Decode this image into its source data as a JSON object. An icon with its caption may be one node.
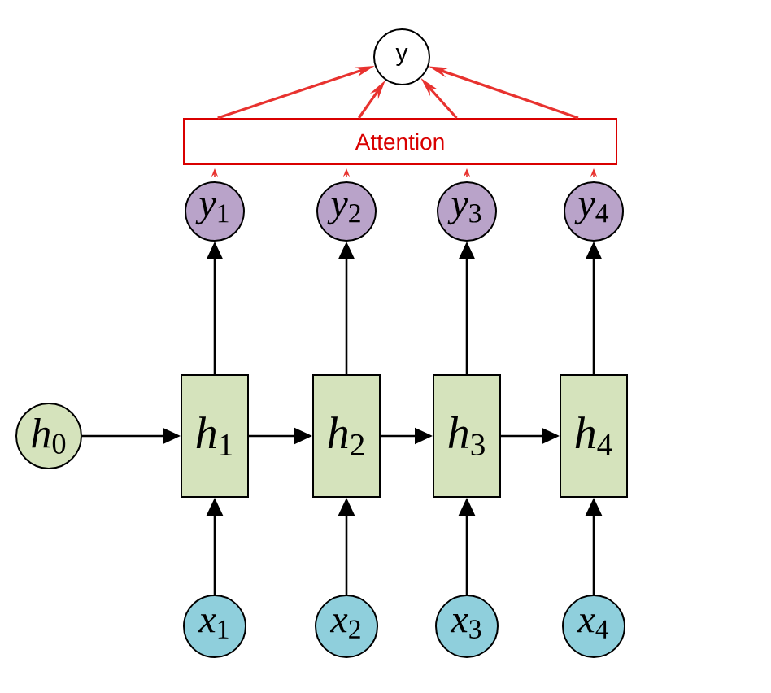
{
  "diagram": {
    "nodes": [
      {
        "text": [
          "y"
        ]
      },
      {
        "text": [
          "Attention"
        ]
      },
      {
        "text": [
          "*y*$_{1}$"
        ]
      },
      {
        "text": [
          "*y*$_{2}$"
        ]
      },
      {
        "text": [
          "*y*$_{3}$"
        ]
      },
      {
        "text": [
          "*y*$_{4}$"
        ]
      },
      {
        "text": [
          "*h*$_{0}$"
        ]
      },
      {
        "text": [
          "*h*$_{1}$"
        ]
      },
      {
        "text": [
          "*h*$_{2}$"
        ]
      },
      {
        "text": [
          "*h*$_{3}$"
        ]
      },
      {
        "text": [
          "*h*$_{4}$"
        ]
      },
      {
        "text": [
          "*x*$_{1}$"
        ]
      },
      {
        "text": [
          "*x*$_{2}$"
        ]
      },
      {
        "text": [
          "*x*$_{3}$"
        ]
      },
      {
        "text": [
          "*x*$_{4}$"
        ]
      }
    ],
    "edges": [
      {
        "from": 6,
        "to": 7,
        "arrow": "to"
      },
      {
        "from": 7,
        "to": 8,
        "arrow": "to"
      },
      {
        "from": 8,
        "to": 9,
        "arrow": "to"
      },
      {
        "from": 9,
        "to": 10,
        "arrow": "to"
      },
      {
        "from": 11,
        "to": 7,
        "arrow": "to"
      },
      {
        "from": 12,
        "to": 8,
        "arrow": "to"
      },
      {
        "from": 13,
        "to": 9,
        "arrow": "to"
      },
      {
        "from": 14,
        "to": 10,
        "arrow": "to"
      },
      {
        "from": 7,
        "to": 2,
        "arrow": "to"
      },
      {
        "from": 8,
        "to": 3,
        "arrow": "to"
      },
      {
        "from": 9,
        "to": 4,
        "arrow": "to"
      },
      {
        "from": 10,
        "to": 5,
        "arrow": "to"
      },
      {
        "from": 2,
        "to": 1,
        "arrow": "to",
        "color": "#e8322f"
      },
      {
        "from": 3,
        "to": 1,
        "arrow": "to",
        "color": "#e8322f"
      },
      {
        "from": 4,
        "to": 1,
        "arrow": "to",
        "color": "#e8322f"
      },
      {
        "from": 5,
        "to": 1,
        "arrow": "to",
        "color": "#e8322f"
      },
      {
        "from": 1,
        "to": 0,
        "arrow": "to",
        "color": "#e8322f"
      },
      {
        "from": 1,
        "to": 0,
        "arrow": "to",
        "color": "#e8322f"
      },
      {
        "from": 1,
        "to": 0,
        "arrow": "to",
        "color": "#e8322f"
      },
      {
        "from": 1,
        "to": 0,
        "arrow": "to",
        "color": "#e8322f"
      }
    ]
  }
}
